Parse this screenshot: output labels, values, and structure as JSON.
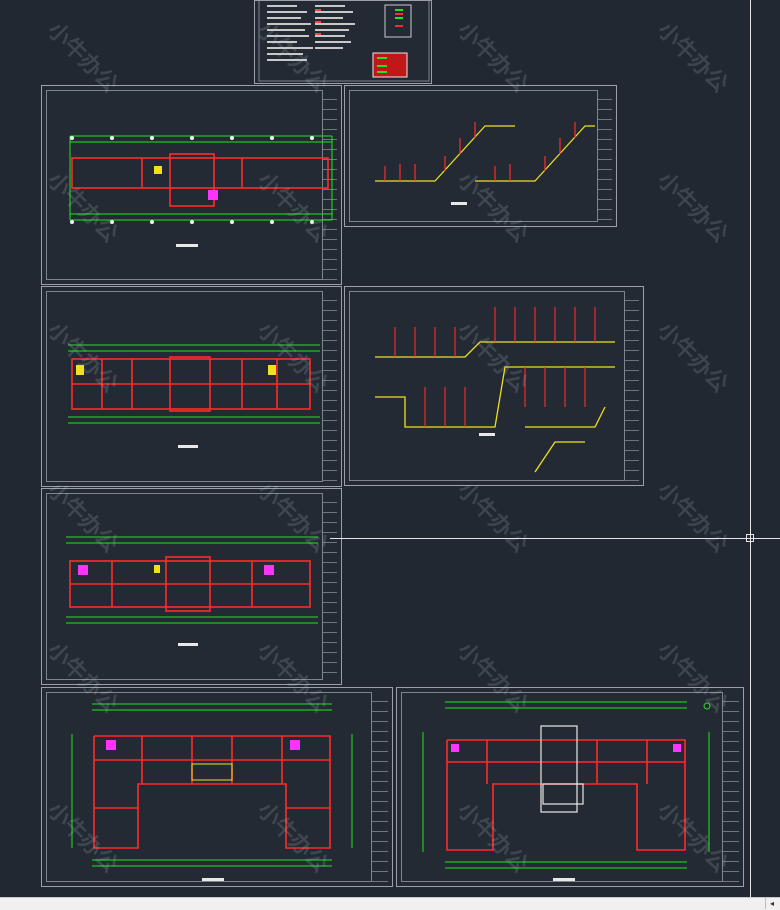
{
  "app": {
    "window_title": ""
  },
  "watermark": {
    "text": "小牛办公"
  },
  "colors": {
    "background": "#222831",
    "wall": "#ff2a2a",
    "dimension": "#1ee61e",
    "pipe": "#f0e020",
    "fixture": "#ff33ff"
  },
  "sheets": [
    {
      "id": "legend",
      "kind": "legend"
    },
    {
      "id": "floor-plan-1",
      "kind": "plan"
    },
    {
      "id": "axonometric-1",
      "kind": "axonometric"
    },
    {
      "id": "floor-plan-2",
      "kind": "plan"
    },
    {
      "id": "axonometric-2",
      "kind": "axonometric"
    },
    {
      "id": "floor-plan-3",
      "kind": "plan"
    },
    {
      "id": "floor-plan-4",
      "kind": "u-plan"
    },
    {
      "id": "floor-plan-5",
      "kind": "u-plan"
    }
  ],
  "statusbar": {
    "scroll_icon": "◂"
  }
}
